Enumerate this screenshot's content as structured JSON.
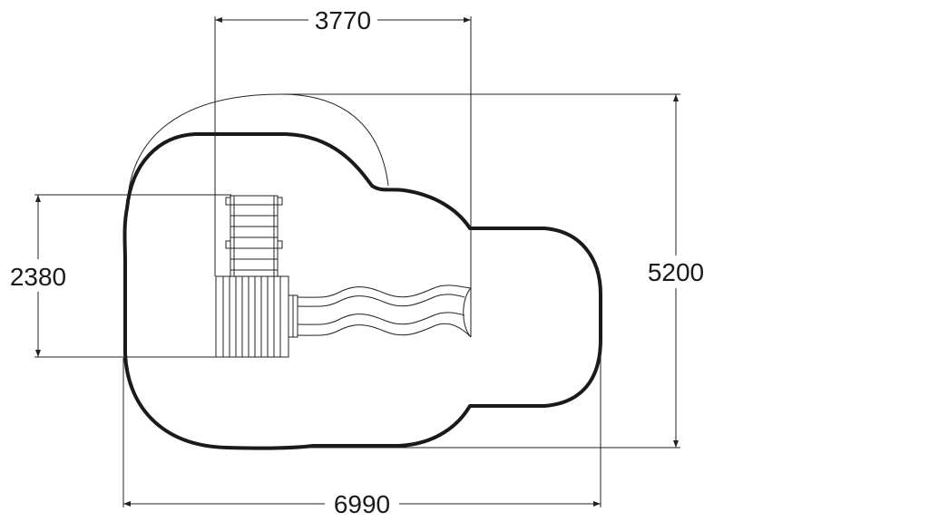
{
  "dimensions": {
    "top_width": "3770",
    "left_height": "2380",
    "right_height": "5200",
    "bottom_width": "6990"
  }
}
